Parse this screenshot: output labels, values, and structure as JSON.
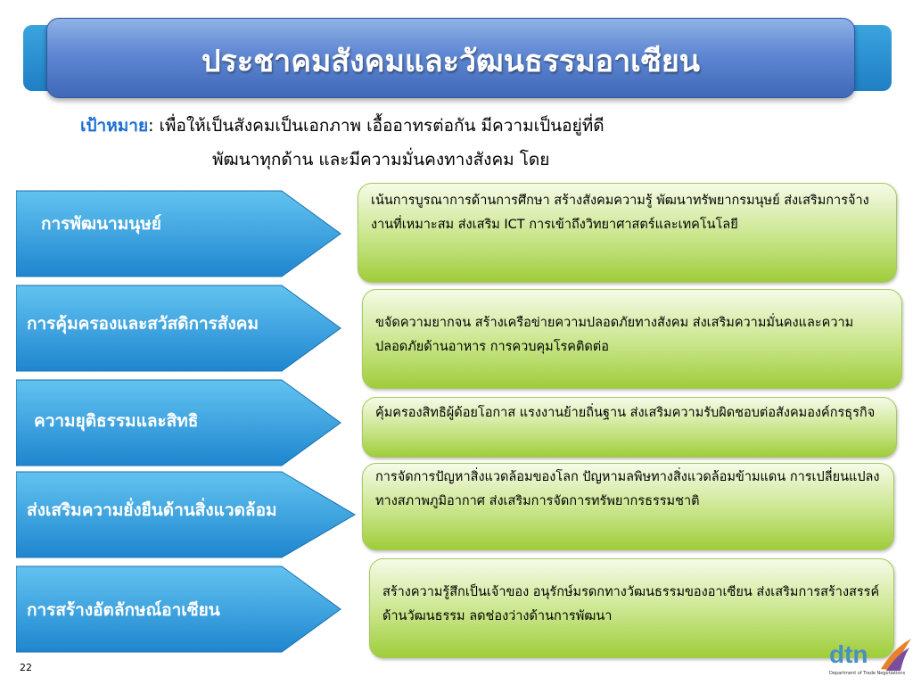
{
  "title": "ประชาคมสังคมและวัฒนธรรมอาเซียน",
  "goal": {
    "label": "เป้าหมาย",
    "line1": ": เพื่อให้เป็นสังคมเป็นเอกภาพ เอื้ออาทรต่อกัน มีความเป็นอยู่ที่ดี",
    "line2": "พัฒนาทุกด้าน และมีความมั่นคงทางสังคม โดย"
  },
  "rows": [
    {
      "label": "การพัฒนามนุษย์",
      "text": "เน้นการบูรณาการด้านการศึกษา สร้างสังคมความรู้ พัฒนาทรัพยากรมนุษย์ ส่งเสริมการจ้างงานที่เหมาะสม ส่งเสริม ICT การเข้าถึงวิทยาศาสตร์และเทคโนโลยี"
    },
    {
      "label": "การคุ้มครองและสวัสดิการสังคม",
      "text": "ขจัดความยากจน สร้างเครือข่ายความปลอดภัยทางสังคม ส่งเสริมความมั่นคงและความปลอดภัยด้านอาหาร การควบคุมโรคติดต่อ"
    },
    {
      "label": "ความยุติธรรมและสิทธิ",
      "text": "คุ้มครองสิทธิผู้ด้อยโอกาส แรงงานย้ายถิ่นฐาน ส่งเสริมความรับผิดชอบต่อสังคมองค์กรธุรกิจ"
    },
    {
      "label": "ส่งเสริมความยั่งยืนด้านสิ่งแวดล้อม",
      "text": "การจัดการปัญหาสิ่งแวดล้อมของโลก ปัญหามลพิษทางสิ่งแวดล้อมข้ามแดน การเปลี่ยนแปลงทางสภาพภูมิอากาศ ส่งเสริมการจัดการทรัพยากรธรรมชาติ"
    },
    {
      "label": "การสร้างอัตลักษณ์อาเซียน",
      "text": "สร้างความรู้สึกเป็นเจ้าของ อนุรักษ์มรดกทางวัฒนธรรมของอาเซียน ส่งเสริมการสร้างสรรค์ด้านวัฒนธรรม ลดช่องว่างด้านการพัฒนา"
    }
  ],
  "page_number": "22",
  "logo": {
    "text": "dtn",
    "subtitle": "Department of Trade Negotiations"
  }
}
